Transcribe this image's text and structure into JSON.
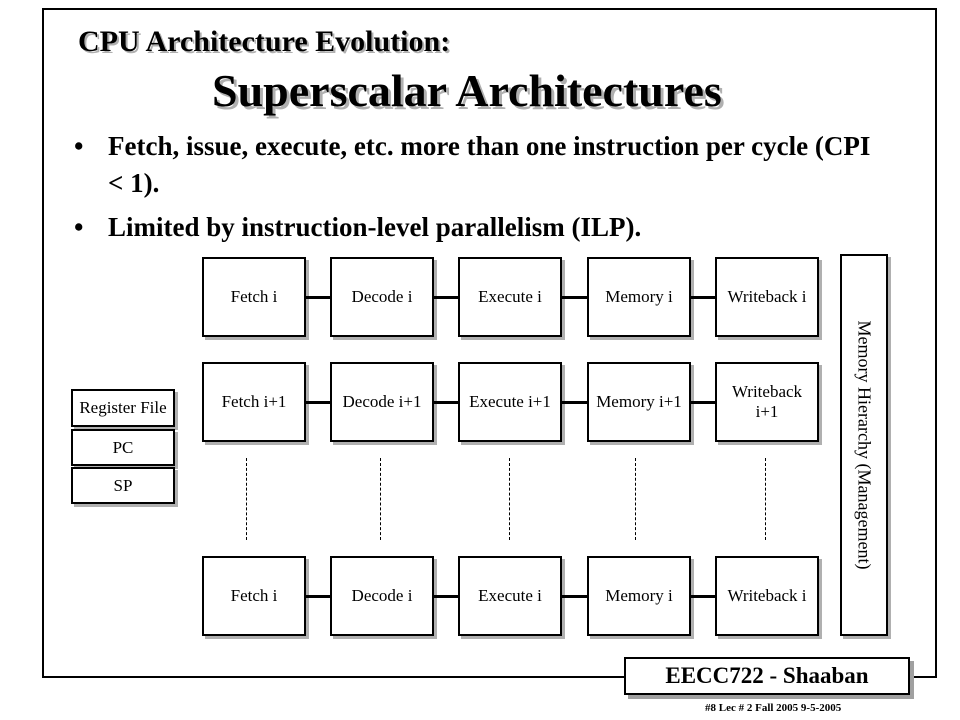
{
  "slide": {
    "title_line1": "CPU Architecture Evolution:",
    "title_line2": "Superscalar Architectures",
    "bullets": [
      "Fetch, issue, execute, etc. more than one instruction per cycle (CPI < 1).",
      "Limited by instruction-level parallelism (ILP)."
    ],
    "bullet_marker": "•"
  },
  "diagram": {
    "row1": [
      "Fetch i",
      "Decode i",
      "Execute i",
      "Memory i",
      "Writeback i"
    ],
    "row2": [
      "Fetch i+1",
      "Decode i+1",
      "Execute i+1",
      "Memory i+1",
      "Writeback i+1"
    ],
    "row3": [
      "Fetch i",
      "Decode i",
      "Execute i",
      "Memory i",
      "Writeback i"
    ],
    "register_file": "Register File",
    "pc": "PC",
    "sp": "SP",
    "memory_hierarchy": "Memory Hierarchy (Management)"
  },
  "badge": "EECC722 - Shaaban",
  "footer": "#8   Lec # 2   Fall 2005  9-5-2005"
}
